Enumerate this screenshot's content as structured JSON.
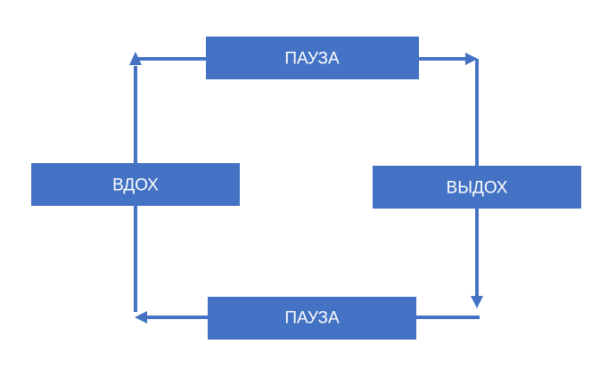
{
  "diagram": {
    "type": "cycle",
    "color": "#4472C4",
    "text_color": "#FFFFFF",
    "nodes": {
      "pause_top": "ПАУЗА",
      "exhale": "ВЫДОХ",
      "pause_bottom": "ПАУЗА",
      "inhale": "ВДОХ"
    },
    "flow": [
      "inhale",
      "pause_top",
      "exhale",
      "pause_bottom",
      "inhale"
    ]
  }
}
